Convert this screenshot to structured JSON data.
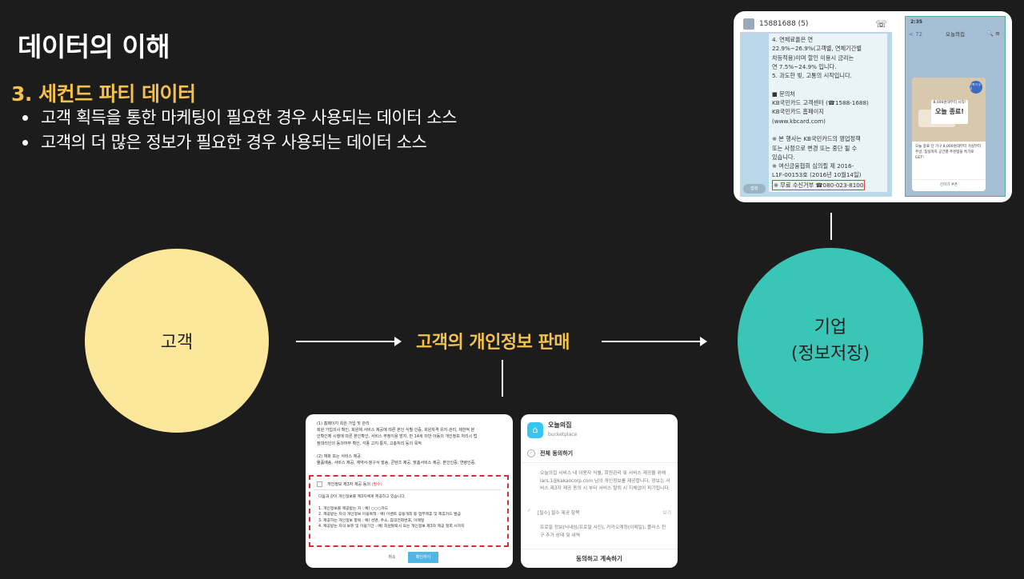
{
  "header": {
    "title": "데이터의 이해",
    "subtitle": "3. 세컨드 파티 데이터",
    "bullets": [
      "고객 획득을 통한 마케팅이 필요한 경우 사용되는 데이터 소스",
      "고객의 더 많은 정보가 필요한 경우 사용되는 데이터 소스"
    ]
  },
  "diagram": {
    "customer": "고객",
    "transfer_label": "고객의 개인정보 판매",
    "company_line1": "기업",
    "company_line2": "(정보저장)"
  },
  "sms_screenshot": {
    "sender": "15881688 (5)",
    "phone_icon": "phone-icon",
    "body_top": "4. 연체료율은 연\n22.9%~26.9%(고객별, 연체기간별\n차등적용)이며 할인 이용시 금리는\n연 7.5%~24.9% 입니다.\n5. 과도한 빚, 고통의 시작입니다.\n\n■ 문의처\nKB국민카드 고객센터 (☎1588-1688)\nKB국민카드 홈페이지\n(www.kbcard.com)\n\n※ 본 행사는 KB국민카드의 영업정책\n또는 사정으로 변경 또는 중단 될 수\n있습니다.\n※ 여신금융협회 심의필 제 2016-\nL1F-00153호 (2016년 10월14일)",
    "optout": "※ 무료 수신거부 ☎080-023-8100",
    "button": "답장"
  },
  "kakao_screenshot": {
    "time": "2:35",
    "back": "< 72",
    "name": "오늘의집",
    "icons": "🔍 ≡",
    "badge": "신학기 쿠폰",
    "card_caption": "8,000원대부터 시작!",
    "card_title": "오늘 종료!",
    "text": "오늘 종료 단 가구 8,000원대부터 거실부터 주방, 침실까지 공간별 추천템을 특가로 GET!",
    "button": "신학기 쿠폰"
  },
  "consent_form_1": {
    "intro": "(1) 홈페이지 회원 가입 및 관리\n회원 가입의사 확인, 회원제 서비스 제공에 따른 본인 식별·인증, 회원자격 유지·관리, 제한적 본\n인확인제 시행에 따른 본인확인, 서비스 부정이용 방지, 만 14세 미만 아동의 개인정보 처리시 법\n정대리인의 동의여부 확인, 각종 고지·통지, 고충처리 등의 목적\n\n(2) 재화 또는 서비스 제공\n물품배송, 서비스 제공, 계약서·청구서 발송, 콘텐츠 제공, 맞춤서비스 제공, 본인인증, 연령인증,",
    "box_header": "개인정보 제3자 제공 동의",
    "box_required": "(필수)",
    "box_body": "다음과 같이 개인정보를 제3자에게 제공하고 있습니다.\n\n1. 개인정보를 제공받는 자 : 예) ○○○카드\n2. 제공받는 자의 개인정보 이용목적 : 예) 이벤트 공동개최 등 업무제휴 및 제휴카드 발급\n3. 제공하는 개인정보 항목 : 예) 성명, 주소, 휴대전화번호, 이메일\n4. 제공받는 자의 보유 및 이용기간 : 예) 회원탈퇴시 또는 개인정보 제3자 제공 철회 시까지",
    "cancel": "취소",
    "confirm": "확인하기"
  },
  "consent_form_2": {
    "app_name": "오늘의집",
    "app_sub": "bucketplace",
    "agree_all": "전체 동의하기",
    "description": "오늘의집 서비스 내 이용자 식별, 회원관리 및 서비스 제공을 위해 lars.1@kakaocorp.com 님의 개인정보를 제공합니다. 정보는 서비스 제3자 제공 동의 시 부터 서비스 탈퇴 시 지체없이 파기됩니다.",
    "required_item": "[필수] 필수 제공 항목",
    "view": "보기",
    "items": "프로필 정보(닉네임/프로필 사진), 카카오계정(이메일), 플러스 친구 추가 상태 및 내역",
    "continue": "동의하고 계속하기"
  }
}
